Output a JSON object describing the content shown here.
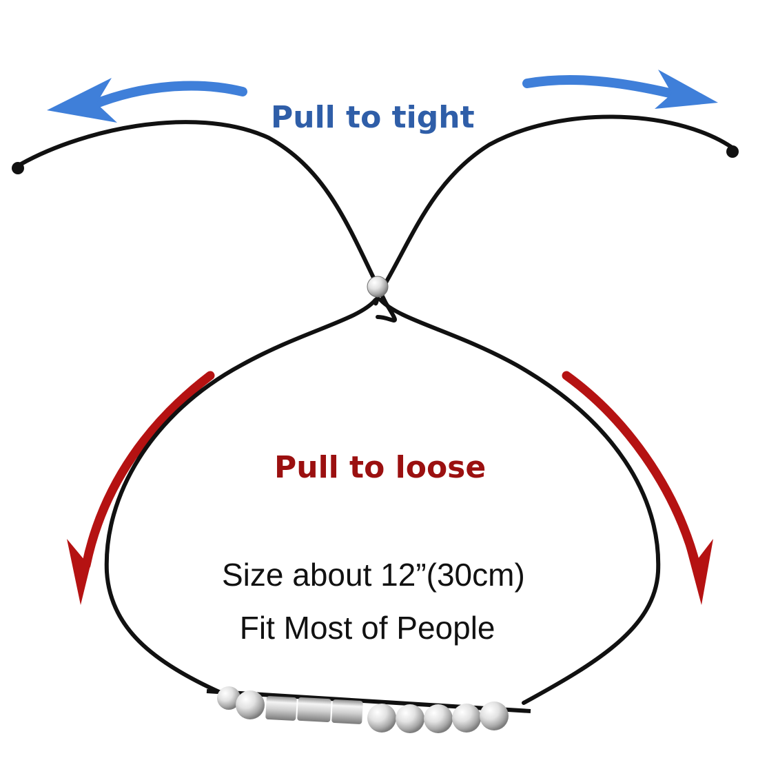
{
  "labels": {
    "tight": "Pull to tight",
    "loose": "Pull to loose",
    "size_line": "Size about 12”(30cm)",
    "fit_line": " Fit Most of People"
  },
  "colors": {
    "tight_arrow": "#3f7fd9",
    "tight_text": "#2f5ea8",
    "loose_arrow": "#b51212",
    "loose_text": "#9b1010",
    "cord": "#111111",
    "silver": "#d9d9d9",
    "background": "#ffffff"
  },
  "icons": {
    "left_tight_arrow": "curved-arrow-left-icon",
    "right_tight_arrow": "curved-arrow-right-icon",
    "left_loose_arrow": "curved-arrow-down-left-icon",
    "right_loose_arrow": "curved-arrow-down-right-icon"
  }
}
